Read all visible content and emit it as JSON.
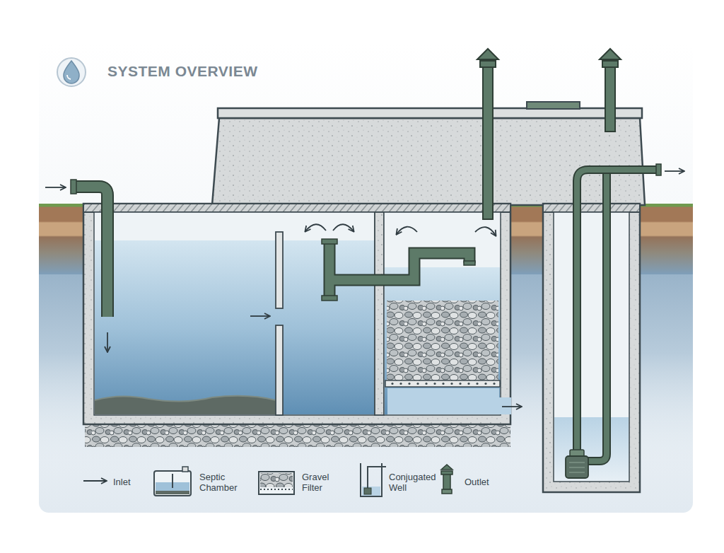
{
  "diagram": {
    "title": "SYSTEM OVERVIEW",
    "legend": [
      {
        "text": "Inlet"
      },
      {
        "text": "Septic Chamber"
      },
      {
        "text": "Gravel Filter"
      },
      {
        "text": "Conjugated Well"
      },
      {
        "text": "Outlet"
      }
    ]
  }
}
